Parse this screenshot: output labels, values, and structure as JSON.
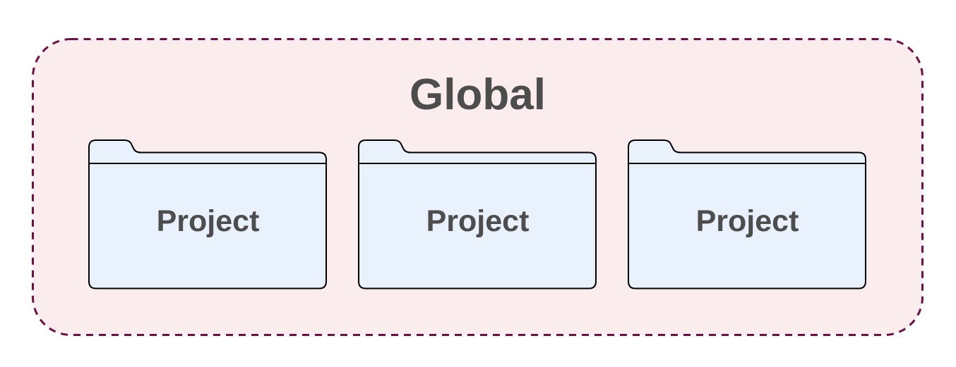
{
  "diagram": {
    "global_container": {
      "label": "Global",
      "background": "#FBEDED",
      "border_color": "#6E1045",
      "border_style": "dashed",
      "label_color": "#4D4D4D"
    },
    "folders": [
      {
        "label": "Project"
      },
      {
        "label": "Project"
      },
      {
        "label": "Project"
      }
    ],
    "folder_style": {
      "fill": "#E9F1FD",
      "stroke": "#000000",
      "label_color": "#4D4D4D"
    }
  }
}
